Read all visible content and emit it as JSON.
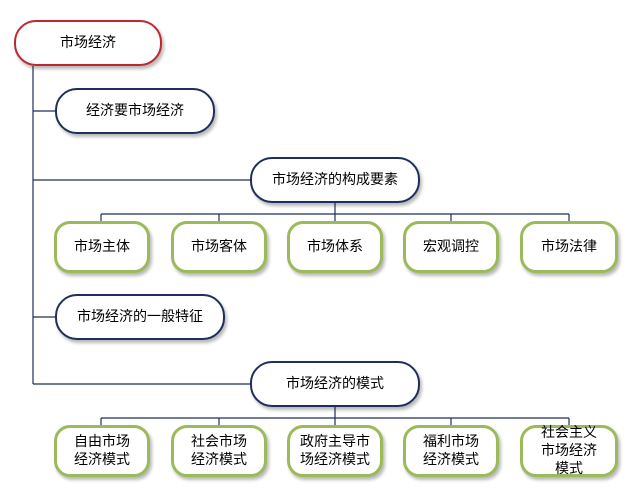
{
  "root": {
    "label": "市场经济"
  },
  "branches": [
    {
      "label": "经济要市场经济"
    },
    {
      "label": "市场经济的构成要素",
      "children": [
        {
          "label": "市场主体"
        },
        {
          "label": "市场客体"
        },
        {
          "label": "市场体系"
        },
        {
          "label": "宏观调控"
        },
        {
          "label": "市场法律"
        }
      ]
    },
    {
      "label": "市场经济的一般特征"
    },
    {
      "label": "市场经济的模式",
      "children": [
        {
          "label": "自由市场经济模式"
        },
        {
          "label": "社会市场经济模式"
        },
        {
          "label": "政府主导市场经济模式"
        },
        {
          "label": "福利市场经济模式"
        },
        {
          "label": "社会主义市场经济模式"
        }
      ]
    }
  ],
  "colors": {
    "root_border": "#c0262d",
    "branch_border": "#1f2f5c",
    "leaf_border": "#9bba59",
    "connector": "#1f2f5c"
  }
}
